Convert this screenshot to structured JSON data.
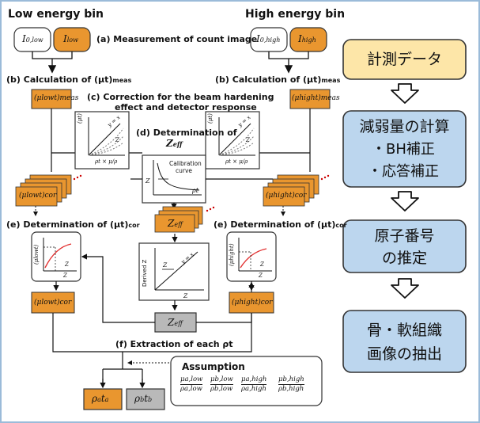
{
  "header": {
    "left": "Low energy bin",
    "right": "High energy bin"
  },
  "steps": {
    "a": "(a) Measurement of count image",
    "b_left": "(b) Calculation of (μt)",
    "b_right": "(b) Calculation of (μt)",
    "b_sub": "meas",
    "c_line1": "(c) Correction for the beam hardening",
    "c_line2": "effect and detector response",
    "d_line1": "(d) Determination of",
    "d_var": "Z",
    "d_sub": "eff",
    "e_left": "(e) Determination of (μt)",
    "e_right": "(e) Determination of (μt)",
    "e_sub": "cor",
    "f": "(f) Extraction of each ρt"
  },
  "boxes": {
    "i0_low": "I",
    "i0_low_sub": "0,low",
    "i_low": "I",
    "i_low_sub": "low",
    "i0_high": "I",
    "i0_high_sub": "0,high",
    "i_high": "I",
    "i_high_sub": "high",
    "meas_low": "(μlowt)meas",
    "meas_high": "(μhight)meas",
    "cor_low": "(μlowt)cor",
    "cor_high": "(μhight)cor",
    "zeff": "Z",
    "zeff_sub": "eff",
    "zeff_gray": "Z",
    "zeff_gray_sub": "eff",
    "rho_a": "ρ",
    "rho_a_sub": "a",
    "rho_a_t": "t",
    "rho_a_t_sub": "a",
    "rho_b": "ρ",
    "rho_b_sub": "b",
    "rho_b_t": "t",
    "rho_b_t_sub": "b"
  },
  "plots": {
    "c_left_y": "(μt)",
    "c_left_x": "ρt × μ/ρ",
    "c_left_line": "y = x",
    "c_left_z": "Z",
    "c_right_y": "(μt)",
    "c_right_x": "ρt × μ/ρ",
    "c_right_line": "y = x",
    "c_right_z": "Z",
    "d_label1": "Calibration",
    "d_label2": "curve",
    "d_x": "ρt",
    "d_y": "Z",
    "e_left_y": "(μlowt)",
    "e_left_z": "Z",
    "e_left_x": "Z",
    "e_right_y": "(μhight)",
    "e_right_z": "Z",
    "e_right_x": "Z",
    "mid_y": "Derived Z",
    "mid_z": "Z",
    "mid_line": "y = x",
    "mid_x": "Z"
  },
  "assumption": {
    "title": "Assumption",
    "f1_num": "μa,low",
    "f1_den": "ρa,low",
    "f2_num": "μb,low",
    "f2_den": "ρb,low",
    "f3_num": "μa,high",
    "f3_den": "ρa,high",
    "f4_num": "μb,high",
    "f4_den": "ρb,high"
  },
  "flow": {
    "step1": "計測データ",
    "step2_title": "減弱量の計算",
    "step2_item1": "・BH補正",
    "step2_item2": "・応答補正",
    "step3_line1": "原子番号",
    "step3_line2": "の推定",
    "step4_line1": "骨・軟組織",
    "step4_line2": "画像の抽出"
  },
  "colors": {
    "orange": "#e9962f",
    "gray": "#b9b9b9",
    "flow_first": "#fde6a8",
    "flow_blue": "#bcd6ee",
    "border_blue": "#9bbbd9"
  }
}
